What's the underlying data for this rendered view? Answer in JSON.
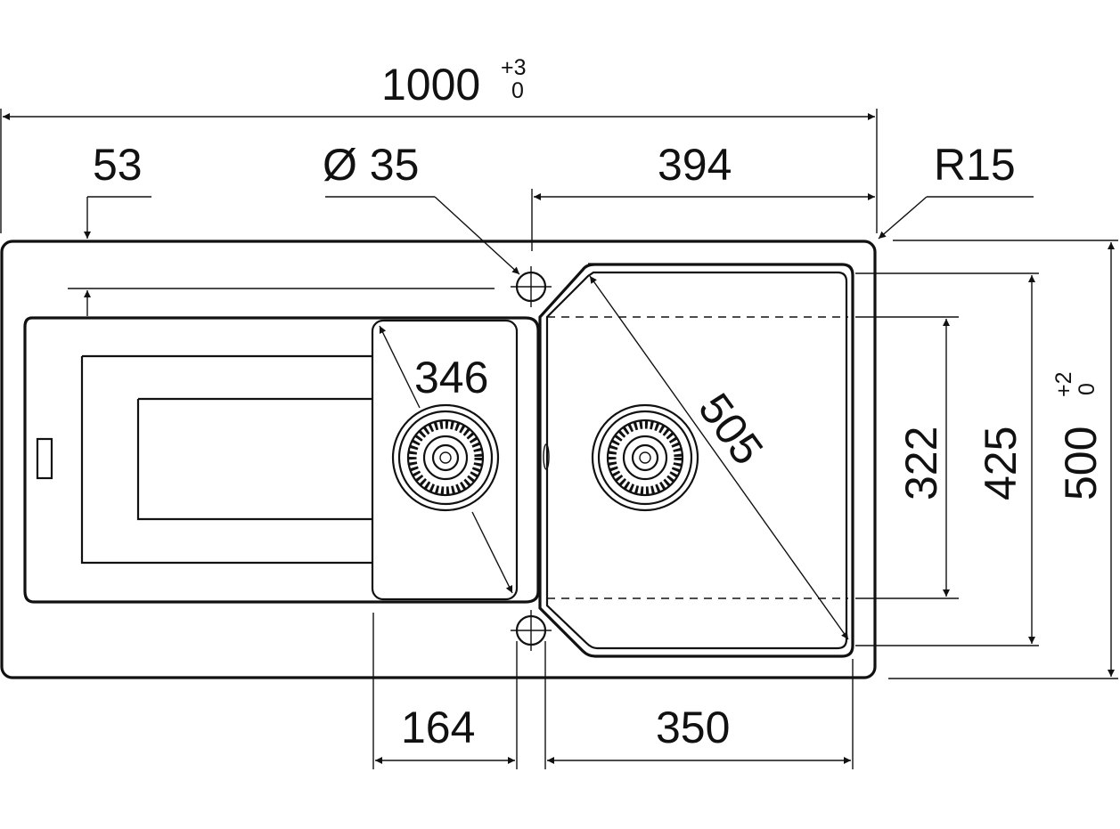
{
  "dimensions": {
    "overall_width": "1000",
    "overall_width_tol_upper": "+3",
    "overall_width_tol_lower": "0",
    "drainer_offset": "53",
    "tap_hole": "Ø 35",
    "bowl_offset": "394",
    "corner_radius": "R15",
    "small_bowl_diagonal": "346",
    "large_bowl_diagonal": "505",
    "bowl_inner_depth": "322",
    "bowl_depth": "425",
    "overall_depth": "500",
    "overall_depth_tol_upper": "+2",
    "overall_depth_tol_lower": "0",
    "small_bowl_width": "164",
    "large_bowl_width": "350"
  }
}
